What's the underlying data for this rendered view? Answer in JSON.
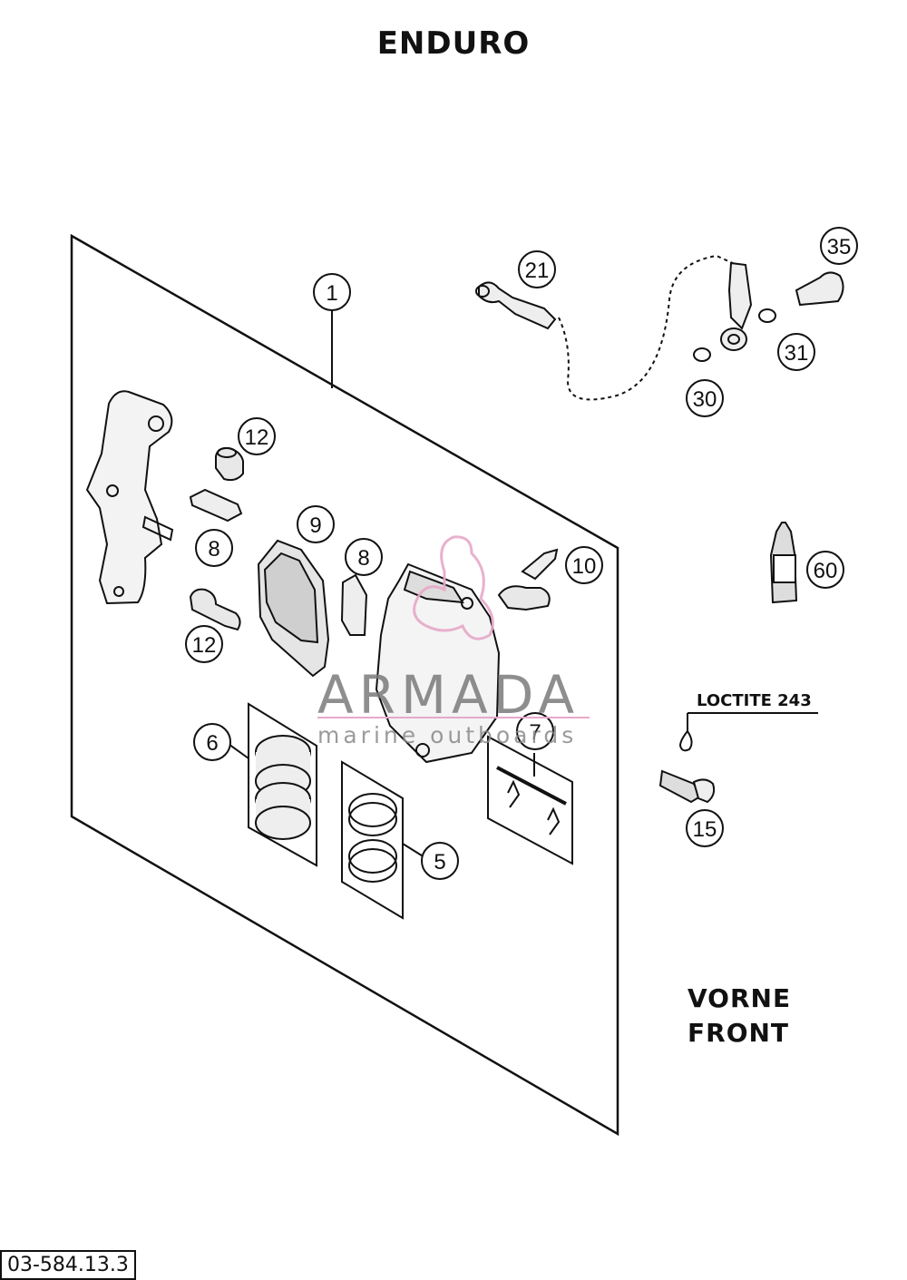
{
  "title": "ENDURO",
  "callouts": [
    "1",
    "21",
    "35",
    "31",
    "30",
    "12",
    "8",
    "9",
    "8",
    "10",
    "12",
    "60",
    "6",
    "7",
    "5",
    "15"
  ],
  "loctite_label": "LOCTITE 243",
  "front_label_de": "VORNE",
  "front_label_en": "FRONT",
  "document_number": "03-584.13.3",
  "watermark": {
    "brand": "ARMADA",
    "tagline": "marine outboards",
    "accent_color": "#e7a9c9"
  }
}
